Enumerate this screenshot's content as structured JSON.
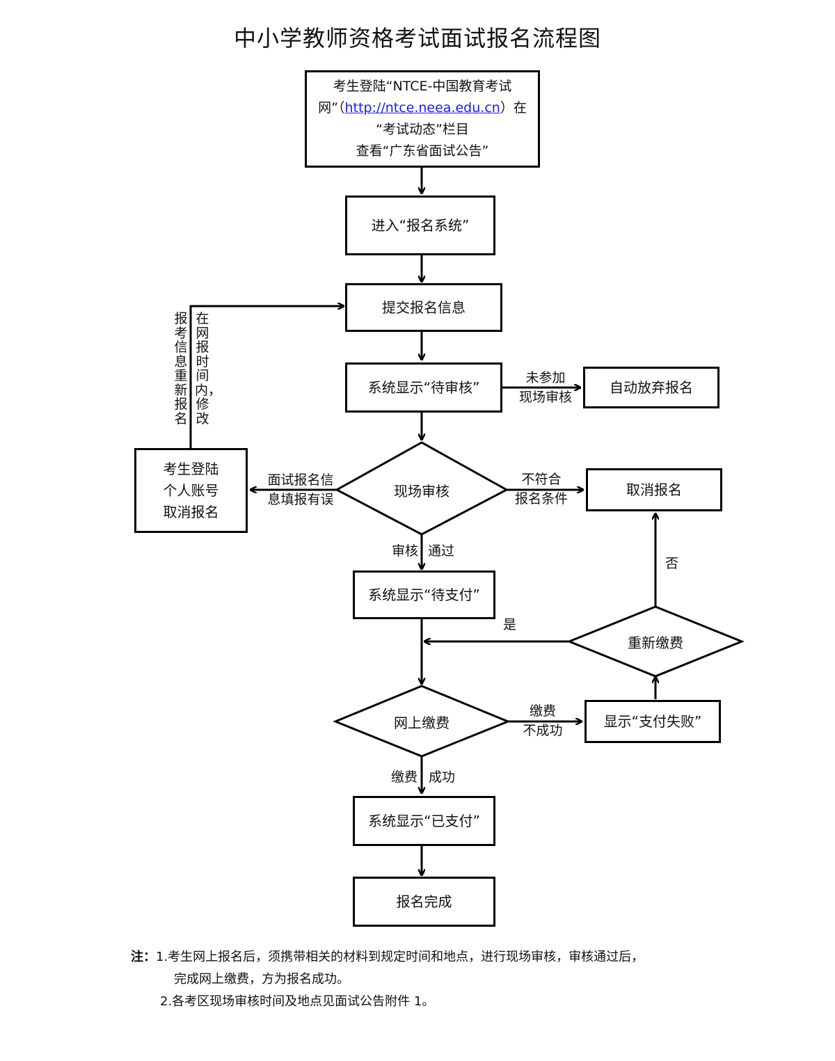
{
  "title": "中小学教师资格考试面试报名流程图",
  "nodes": {
    "start_line1": "考生登陆“NTCE-中国教育考试",
    "start_line2_a": "网”（",
    "start_link": "http://ntce.neea.edu.cn",
    "start_line2_b": "）在",
    "start_line3": "“考试动态”栏目",
    "start_line4": "查看“广东省面试公告”",
    "enter_system": "进入“报名系统”",
    "submit_info": "提交报名信息",
    "pending_review": "系统显示“待审核”",
    "auto_abandon": "自动放弃报名",
    "onsite_review": "现场审核",
    "cancel_registration": "取消报名",
    "cancel_by_account_1": "考生登陆",
    "cancel_by_account_2": "个人账号",
    "cancel_by_account_3": "取消报名",
    "pending_payment": "系统显示“待支付”",
    "repay": "重新缴费",
    "online_payment": "网上缴费",
    "payment_failed": "显示“支付失败”",
    "paid": "系统显示“已支付”",
    "complete": "报名完成"
  },
  "edge_labels": {
    "not_attend_1": "未参加",
    "not_attend_2": "现场审核",
    "not_qualified_1": "不符合",
    "not_qualified_2": "报名条件",
    "info_error_1": "面试报名信",
    "info_error_2": "息填报有误",
    "review_pass_a": "审核",
    "review_pass_b": "通过",
    "no": "否",
    "yes": "是",
    "pay_fail_1": "缴费",
    "pay_fail_2": "不成功",
    "pay_ok_a": "缴费",
    "pay_ok_b": "成功",
    "modify_within_time": "在网报时间内，修改",
    "re_register": "报考信息重新报名"
  },
  "notes": {
    "prefix": "注：",
    "n1_a": "1.考生网上报名后，须携带相关的材料到规定时间和地点，进行现场审核，审核通过后，",
    "n1_b": "完成网上缴费，方为报名成功。",
    "n2": "2.各考区现场审核时间及地点见面试公告附件 1。"
  }
}
